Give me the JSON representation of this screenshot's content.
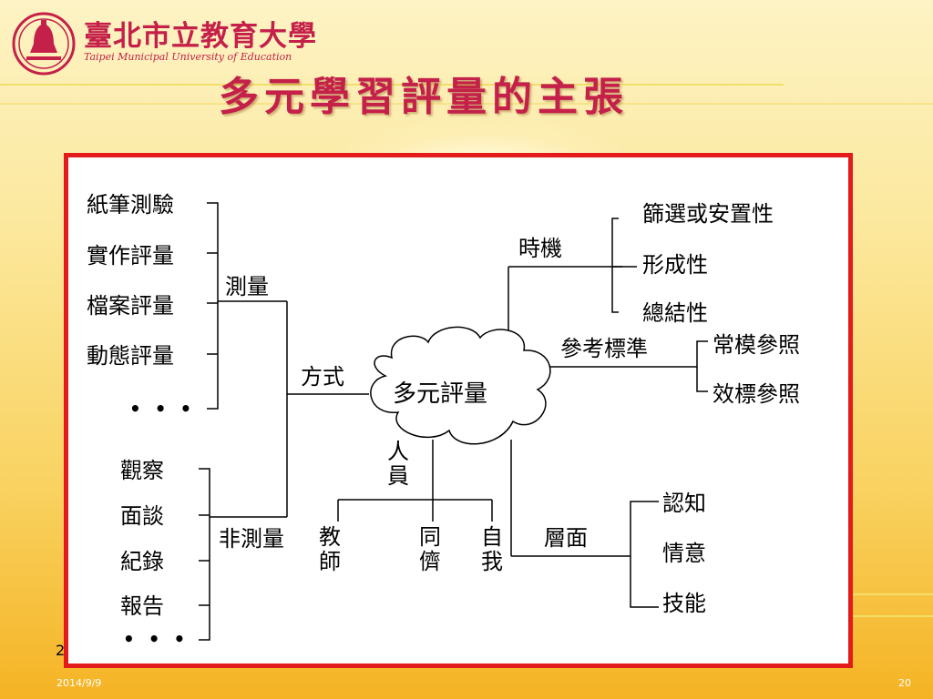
{
  "colors": {
    "accent": "#c4204a",
    "frame_border": "#e41b1b",
    "background": "#fce9a0"
  },
  "header": {
    "logo_icon": "bell-seal-logo",
    "school_name": "臺北市立教育大學",
    "school_name_en": "Taipei Municipal University of Education"
  },
  "slide": {
    "title": "多元學習評量的主張",
    "stray_char": "2",
    "date": "2014/9/9",
    "page_number": "20"
  },
  "diagram": {
    "center": "多元評量",
    "ways": {
      "label": "方式",
      "measure": {
        "label": "測量",
        "items": [
          "紙筆測驗",
          "實作評量",
          "檔案評量",
          "動態評量",
          "• • •"
        ]
      },
      "non_measure": {
        "label": "非測量",
        "items": [
          "觀察",
          "面談",
          "紀錄",
          "報告",
          "• • •"
        ]
      }
    },
    "timing": {
      "label": "時機",
      "items": [
        "篩選或安置性",
        "形成性",
        "總結性"
      ]
    },
    "reference": {
      "label": "參考標準",
      "items": [
        "常模參照",
        "效標參照"
      ]
    },
    "personnel": {
      "label": "人員",
      "items": [
        "教師",
        "同儕",
        "自我"
      ]
    },
    "level": {
      "label": "層面",
      "items": [
        "認知",
        "情意",
        "技能"
      ]
    }
  }
}
